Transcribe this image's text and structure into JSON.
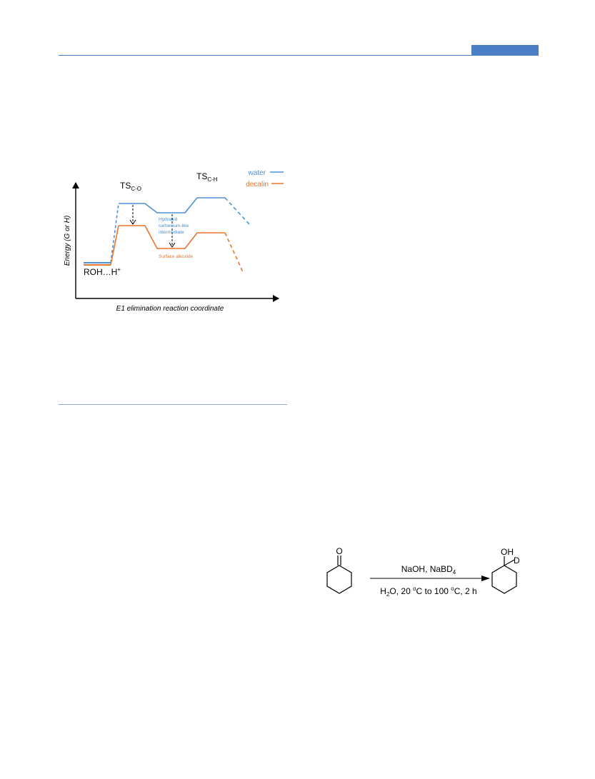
{
  "figure": {
    "ylabel": "Energy (G or H)",
    "xlabel": "E1 elimination reaction coordinate",
    "start_label": "ROH…H",
    "start_label_sup": "+",
    "ts_co": {
      "main": "TS",
      "sub": "C-O"
    },
    "ts_ch": {
      "main": "TS",
      "sub": "C-H"
    },
    "legend": [
      {
        "name": "water",
        "color": "#4a8fd8"
      },
      {
        "name": "decalin",
        "color": "#e8742a"
      }
    ],
    "annotation_water": [
      "Hydrated",
      "carbenium-like",
      "intermediate"
    ],
    "annotation_decalin": "Surface alkoxide"
  },
  "scheme": {
    "reactant_atom": "O",
    "product_oh": "OH",
    "product_d": "D",
    "reagent_above": {
      "text": "NaOH, NaBD",
      "sub": "4"
    },
    "reagent_below": {
      "h": "H",
      "h_sub": "2",
      "o_mid": "O, 20 ",
      "deg1": "o",
      "c1": "C to 100 ",
      "deg2": "o",
      "tail": "C, 2 h"
    }
  }
}
